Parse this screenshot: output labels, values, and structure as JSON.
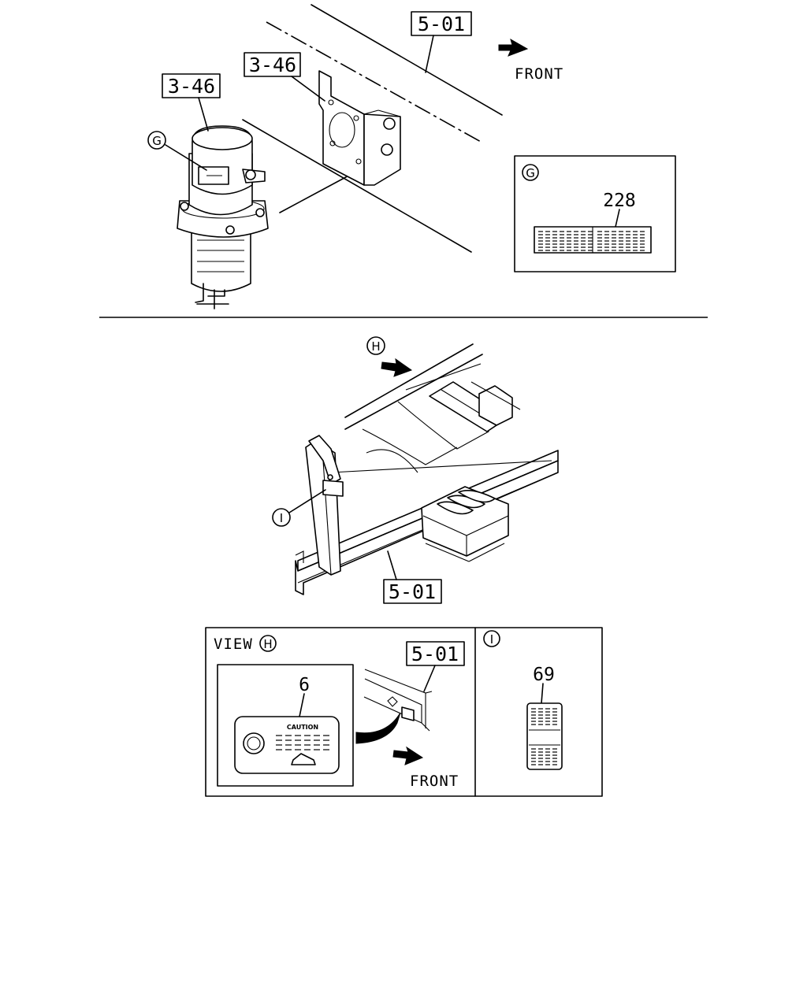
{
  "callouts": {
    "ref_5_01_top": "5-01",
    "ref_3_46_bracket": "3-46",
    "ref_3_46_dryer": "3-46",
    "ref_5_01_mid": "5-01",
    "ref_5_01_view": "5-01"
  },
  "markers": {
    "g_main": "G",
    "g_detail": "G",
    "h_main": "H",
    "h_view": "H",
    "i_main": "I",
    "i_detail": "I"
  },
  "labels": {
    "front_top": "FRONT",
    "front_view": "FRONT",
    "view_prefix": "VIEW"
  },
  "part_numbers": {
    "label_g": "228",
    "label_caution": "6",
    "label_i": "69"
  },
  "decal_text": {
    "caution": "CAUTION"
  }
}
